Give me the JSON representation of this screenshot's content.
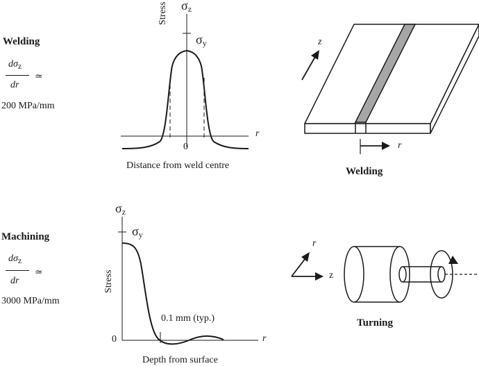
{
  "welding_panel": {
    "heading": "Welding",
    "gradient_num": "dσ",
    "gradient_num_sub": "z",
    "gradient_den": "dr",
    "approx": "≃",
    "gradient_value": "200 MPa/mm",
    "chart_sigma_z": "σ",
    "chart_sigma_z_sub": "z",
    "chart_sigma_y": "σ",
    "chart_sigma_y_sub": "y",
    "ylabel": "Stress",
    "xlabel": "Distance from weld centre",
    "x_axis_var": "r",
    "origin_label": "0",
    "plate_z_label": "z",
    "plate_r_label": "r",
    "caption": "Welding"
  },
  "machining_panel": {
    "heading": "Machining",
    "gradient_num": "dσ",
    "gradient_num_sub": "z",
    "gradient_den": "dr",
    "approx": "≃",
    "gradient_value": "3000 MPa/mm",
    "chart_sigma_z": "σ",
    "chart_sigma_z_sub": "z",
    "chart_sigma_y": "σ",
    "chart_sigma_y_sub": "y",
    "ylabel": "Stress",
    "xlabel": "Depth from surface",
    "x_axis_var": "r",
    "origin_label": "0",
    "annotation": "0.1 mm (typ.)",
    "axes_r_label": "r",
    "axes_z_label": "z",
    "caption": "Turning"
  },
  "colors": {
    "ink": "#1a1a1a",
    "weld_bead": "#a6a6a6"
  }
}
